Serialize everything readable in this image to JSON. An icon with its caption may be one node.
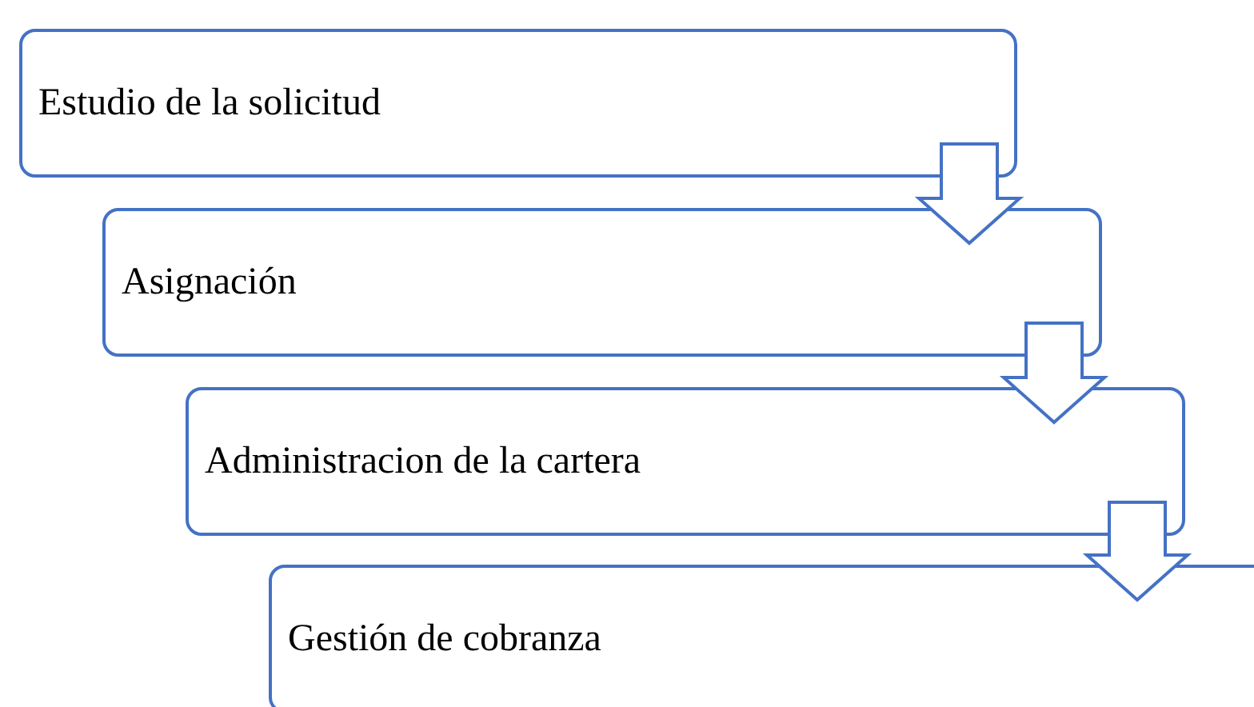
{
  "diagram": {
    "nodes": [
      {
        "text": [
          "Estudio de la solicitud"
        ]
      },
      {
        "text": [
          "Asignación"
        ]
      },
      {
        "text": [
          "Administracion de la cartera"
        ]
      },
      {
        "text": [
          "Gestión de cobranza"
        ]
      }
    ],
    "edges": [
      {
        "from": 0,
        "to": 1,
        "arrow": "to"
      },
      {
        "from": 1,
        "to": 2,
        "arrow": "to"
      },
      {
        "from": 2,
        "to": 3,
        "arrow": "to"
      }
    ]
  }
}
